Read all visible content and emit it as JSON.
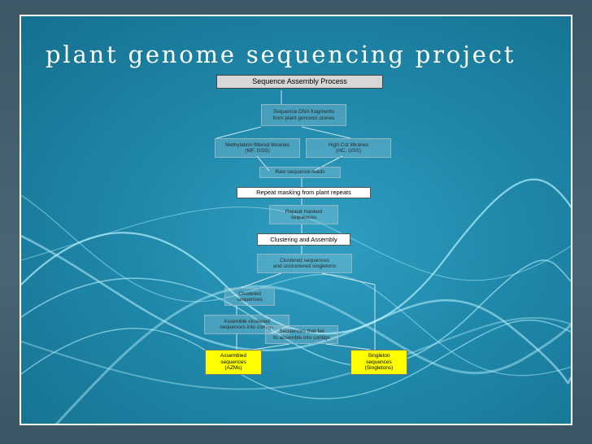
{
  "slide": {
    "title": "plant genome sequencing project"
  },
  "flowchart": {
    "header": "Sequence Assembly Process",
    "step_sequence_files": "Sequence DNA fragments\nfrom plant genomic clones",
    "step_methylation": "Methylation filtered libraries\n(MF, GSS)",
    "step_high_cot": "High Cot libraries\n(HC, GSS)",
    "step_raw": "Raw sequence reads",
    "step_repeat_masking": "Repeat masking from plant repeats",
    "step_masked": "Repeat masked\nsequences",
    "step_clustering": "Clustering and Assembly",
    "step_cluster_result": "Clustered sequences\nand unclustered singletons",
    "step_clustered": "Clustered\nsequences",
    "step_assemble": "Assemble clustered\nsequences into contigs",
    "step_unassembled": "Sequences that fail\nto assemble into contigs",
    "out_assembled": "Assembled\nsequences\n(AZMs)",
    "out_singleton": "Singleton\nsequences\n(Singletons)"
  },
  "colors": {
    "frame_border": "#ffffff",
    "highlight_box": "#ffff00",
    "header_box": "#d7d7d7"
  }
}
